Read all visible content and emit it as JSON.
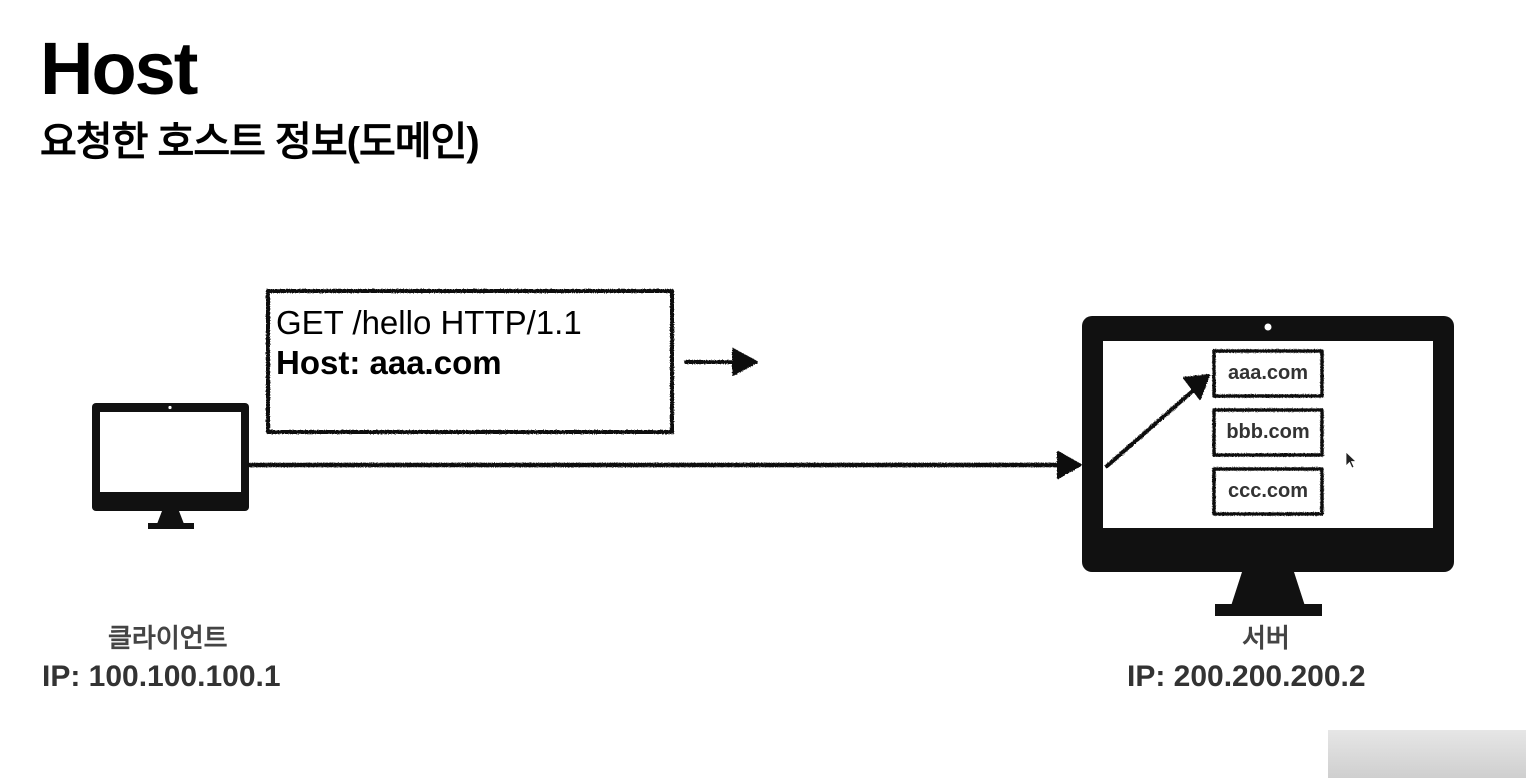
{
  "title": "Host",
  "subtitle": "요청한 호스트 정보(도메인)",
  "request": {
    "line1": "GET /hello HTTP/1.1",
    "line2": "Host: aaa.com"
  },
  "client": {
    "name": "클라이언트",
    "ip": "IP: 100.100.100.1",
    "icon": "monitor-icon"
  },
  "server": {
    "name": "서버",
    "ip": "IP: 200.200.200.2",
    "icon": "monitor-icon",
    "domains": [
      "aaa.com",
      "bbb.com",
      "ccc.com"
    ]
  },
  "colors": {
    "ink": "#111111",
    "label": "#333333",
    "background": "#ffffff"
  }
}
